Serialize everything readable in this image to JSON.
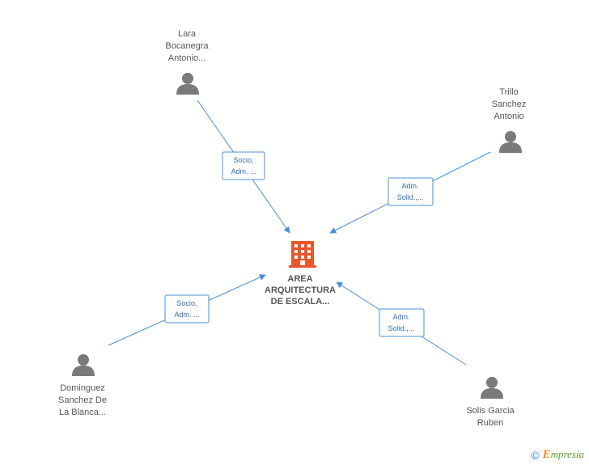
{
  "company": {
    "lines": [
      "AREA",
      "ARQUITECTURA",
      "DE ESCALA..."
    ],
    "icon": "building-icon",
    "color": "#e8562a"
  },
  "people": [
    {
      "id": "lara",
      "lines": [
        "Lara",
        "Bocanegra",
        "Antonio..."
      ],
      "icon": "person-icon"
    },
    {
      "id": "trillo",
      "lines": [
        "Trillo",
        "Sanchez",
        "Antonio"
      ],
      "icon": "person-icon"
    },
    {
      "id": "dominguez",
      "lines": [
        "Dominguez",
        "Sanchez De",
        "La Blanca..."
      ],
      "icon": "person-icon"
    },
    {
      "id": "solis",
      "lines": [
        "Solis Garcia",
        "Ruben"
      ],
      "icon": "person-icon"
    }
  ],
  "relations": [
    {
      "from": "lara",
      "lines": [
        "Socio,",
        "Adm. ..."
      ]
    },
    {
      "from": "trillo",
      "lines": [
        "Adm.",
        "Solid.,..."
      ]
    },
    {
      "from": "dominguez",
      "lines": [
        "Socio,",
        "Adm. ..."
      ]
    },
    {
      "from": "solis",
      "lines": [
        "Adm.",
        "Solid.,..."
      ]
    }
  ],
  "footer": {
    "copyright": "©",
    "brand_initial": "E",
    "brand_rest": "mpresia"
  },
  "colors": {
    "edge": "#4a90d9",
    "person": "#7a7a7a",
    "label": "#555555"
  }
}
